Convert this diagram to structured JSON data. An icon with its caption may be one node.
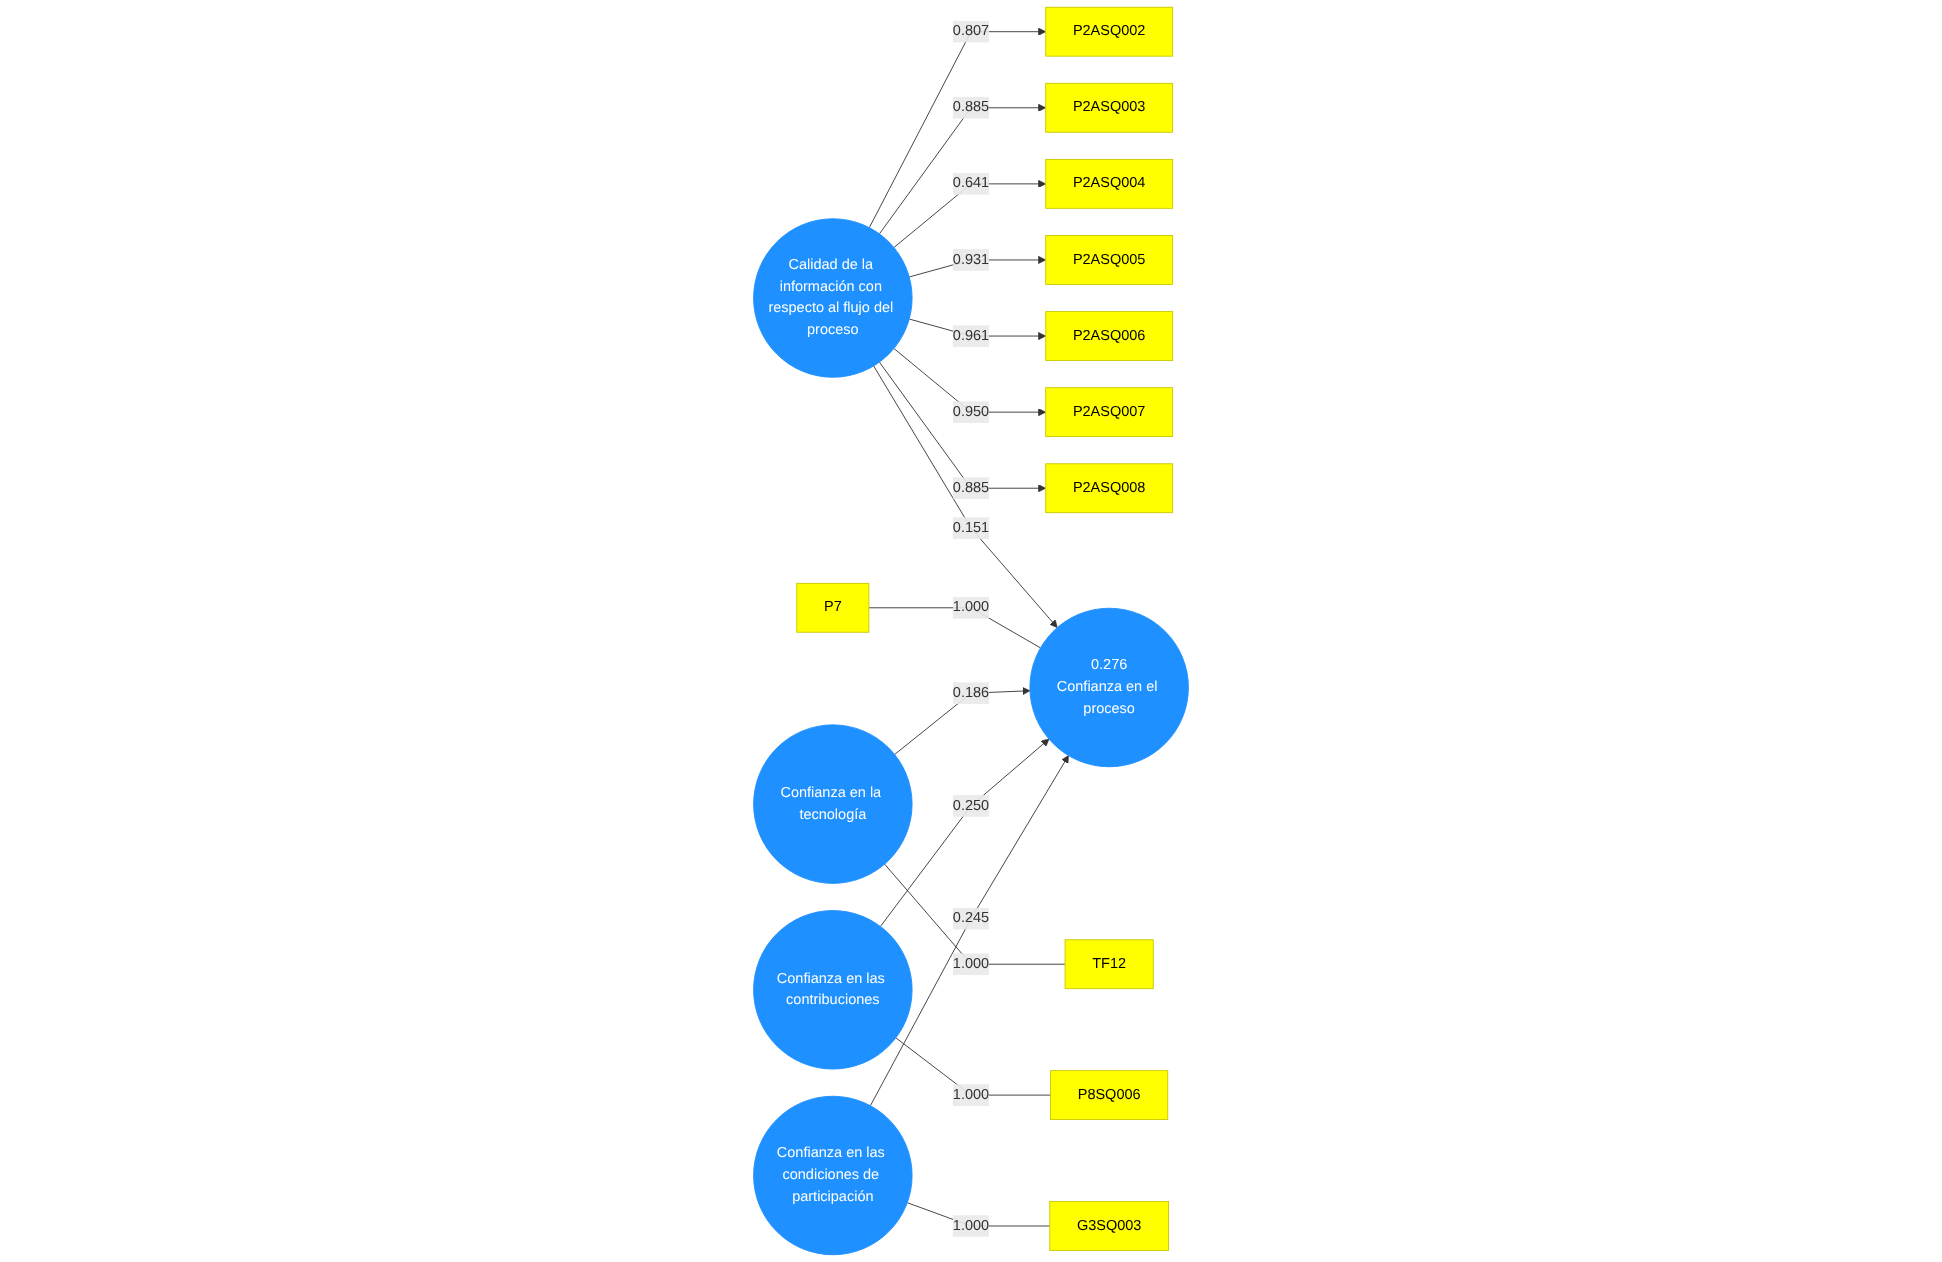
{
  "diagram": {
    "nodes": [
      {
        "text": [
          "P2ASQ002"
        ]
      },
      {
        "text": [
          "P2ASQ003"
        ]
      },
      {
        "text": [
          "P2ASQ004"
        ]
      },
      {
        "text": [
          "P2ASQ005"
        ]
      },
      {
        "text": [
          "P2ASQ006"
        ]
      },
      {
        "text": [
          "P2ASQ007"
        ]
      },
      {
        "text": [
          "P2ASQ008"
        ]
      },
      {
        "text": [
          "Calidad de la información con respecto al flujo del proceso"
        ]
      },
      {
        "text": [
          "P7"
        ]
      },
      {
        "text": [
          "0.276",
          "Confianza en el proceso"
        ]
      },
      {
        "text": [
          "Confianza en la tecnología"
        ]
      },
      {
        "text": [
          "TF12"
        ]
      },
      {
        "text": [
          "Confianza en las contribuciones"
        ]
      },
      {
        "text": [
          "P8SQ006"
        ]
      },
      {
        "text": [
          "Confianza en las condiciones de participación"
        ]
      },
      {
        "text": [
          "G3SQ003"
        ]
      }
    ],
    "edges": [
      {
        "from": 7,
        "to": 0,
        "arrow": "to",
        "label": "0.807"
      },
      {
        "from": 7,
        "to": 1,
        "arrow": "to",
        "label": "0.885"
      },
      {
        "from": 7,
        "to": 2,
        "arrow": "to",
        "label": "0.641"
      },
      {
        "from": 7,
        "to": 3,
        "arrow": "to",
        "label": "0.931"
      },
      {
        "from": 7,
        "to": 4,
        "arrow": "to",
        "label": "0.961"
      },
      {
        "from": 7,
        "to": 5,
        "arrow": "to",
        "label": "0.950"
      },
      {
        "from": 7,
        "to": 6,
        "arrow": "to",
        "label": "0.885"
      },
      {
        "from": 7,
        "to": 9,
        "arrow": "to",
        "label": "0.151"
      },
      {
        "from": 8,
        "to": 9,
        "arrow": "none",
        "label": "1.000"
      },
      {
        "from": 10,
        "to": 9,
        "arrow": "to",
        "label": "0.186"
      },
      {
        "from": 10,
        "to": 11,
        "arrow": "none",
        "label": "1.000"
      },
      {
        "from": 12,
        "to": 9,
        "arrow": "to",
        "label": "0.250"
      },
      {
        "from": 12,
        "to": 13,
        "arrow": "none",
        "label": "1.000"
      },
      {
        "from": 14,
        "to": 9,
        "arrow": "to",
        "label": "0.245"
      },
      {
        "from": 14,
        "to": 15,
        "arrow": "none",
        "label": "1.000"
      }
    ]
  }
}
